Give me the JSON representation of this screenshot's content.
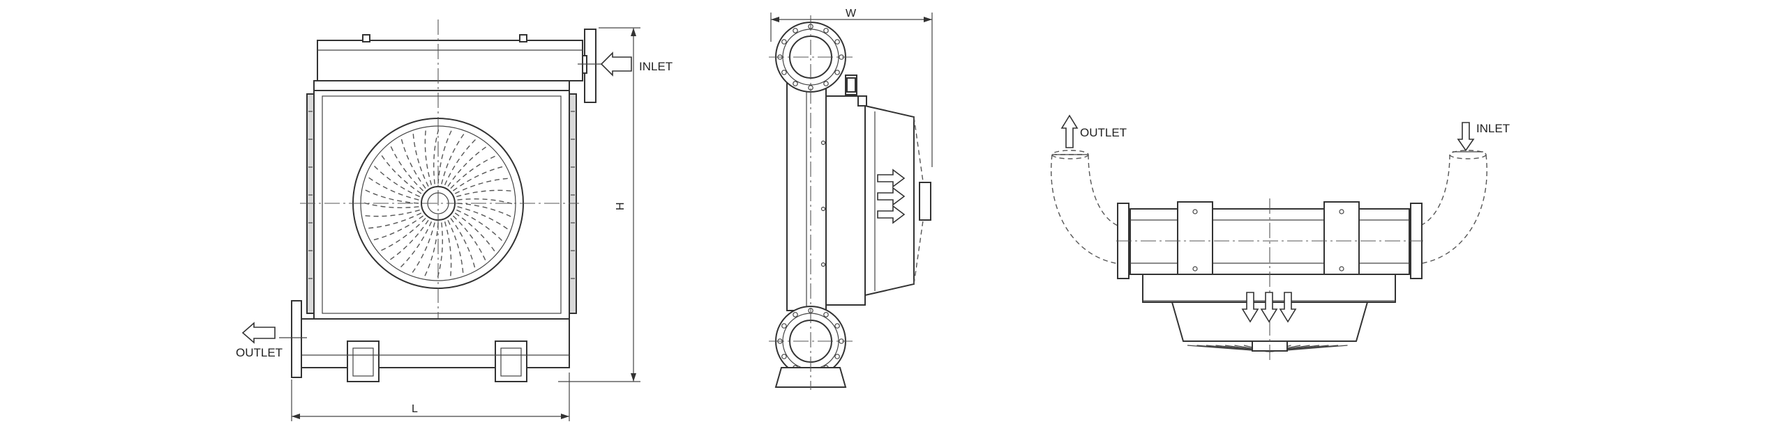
{
  "drawing": {
    "front_view": {
      "inlet_label": "INLET",
      "outlet_label": "OUTLET",
      "length_label": "L",
      "height_label": "H"
    },
    "side_view": {
      "width_label": "W"
    },
    "top_view": {
      "outlet_label": "OUTLET",
      "inlet_label": "INLET"
    }
  }
}
